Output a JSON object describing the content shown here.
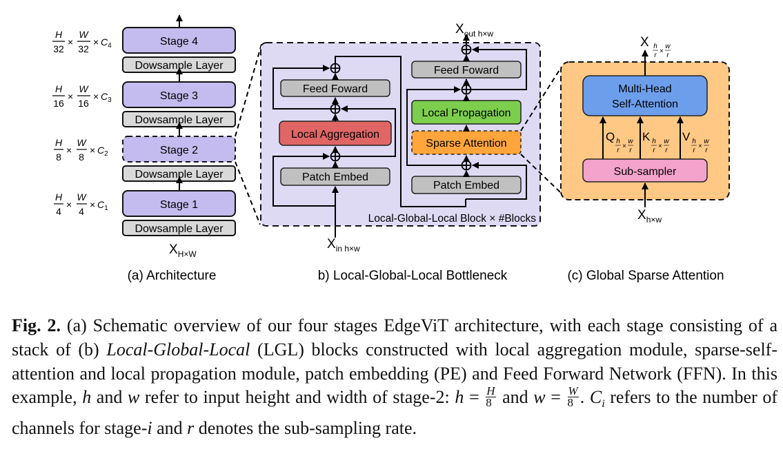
{
  "figure": {
    "panel_a": {
      "caption": "(a) Architecture",
      "output_arrow": "up",
      "stages": [
        {
          "label": "Stage 4",
          "downsample": "Dowsample Layer",
          "dims": {
            "h": "H",
            "hd": "32",
            "w": "W",
            "wd": "32",
            "c": "C",
            "ci": "4"
          }
        },
        {
          "label": "Stage 3",
          "downsample": "Dowsample Layer",
          "dims": {
            "h": "H",
            "hd": "16",
            "w": "W",
            "wd": "16",
            "c": "C",
            "ci": "3"
          }
        },
        {
          "label": "Stage 2",
          "downsample": "Dowsample Layer",
          "dims": {
            "h": "H",
            "hd": "8",
            "w": "W",
            "wd": "8",
            "c": "C",
            "ci": "2"
          }
        },
        {
          "label": "Stage 1",
          "downsample": "Dowsample Layer",
          "dims": {
            "h": "H",
            "hd": "4",
            "w": "W",
            "wd": "4",
            "c": "C",
            "ci": "1"
          }
        }
      ],
      "input": {
        "base": "X",
        "sub": "H×W"
      },
      "times": "×"
    },
    "panel_b": {
      "caption": "b) Local-Global-Local Bottleneck",
      "block_label": "Local-Global-Local Block × #Blocks",
      "input": {
        "base": "X",
        "sub": "in h×w"
      },
      "output": {
        "base": "X",
        "sub": "out h×w"
      },
      "left_column": [
        "Feed Foward",
        "Local Aggregation",
        "Patch Embed"
      ],
      "right_column": [
        "Feed Foward",
        "Local Propagation",
        "Sparse Attention",
        "Patch Embed"
      ]
    },
    "panel_c": {
      "caption": "(c) Global Sparse Attention",
      "attention_label_1": "Multi-Head",
      "attention_label_2": "Self-Attention",
      "subsampler": "Sub-sampler",
      "input": {
        "base": "X",
        "sub": "h×w"
      },
      "output": {
        "base": "X",
        "h": "h",
        "w": "w",
        "r": "r"
      },
      "qkv": [
        "Q",
        "K",
        "V"
      ]
    },
    "colors": {
      "stage_fill": "#c4bcee",
      "downsample_fill": "#d9d9d9",
      "block_bg": "#dedaf4",
      "gray_box": "#c0c0c0",
      "local_aggregation": "#e06666",
      "local_propagation": "#7dce4d",
      "sparse_attention": "#ffa53c",
      "gsa_bg": "#ffc885",
      "mhsa": "#6d9eeb",
      "subsampler": "#f4a3cd"
    }
  },
  "caption": {
    "label": "Fig. 2.",
    "seg1": " (a) Schematic overview of our four stages EdgeViT architecture, with each stage consisting of a stack of (b) ",
    "italic": "Local-Global-Local",
    "seg2": " (LGL) blocks constructed with local aggregation module, sparse-self-attention and local propagation module, patch embedding (PE) and Feed Forward Network (FFN). In this example, ",
    "h": "h",
    "and": " and ",
    "w": "w",
    "seg3": " refer to input height and width of stage-2: ",
    "eq1_lhs": "h",
    "eq_sign": " = ",
    "frac_H": "H",
    "frac_W": "W",
    "frac_den": "8",
    "eq2_lhs": "w",
    "seg4": ". ",
    "Ci_base": "C",
    "Ci_sub": "i",
    "seg5": " refers to the number of channels for stage-",
    "i": "i",
    "seg6": " and ",
    "r": "r",
    "seg7": " denotes the sub-sampling rate."
  }
}
